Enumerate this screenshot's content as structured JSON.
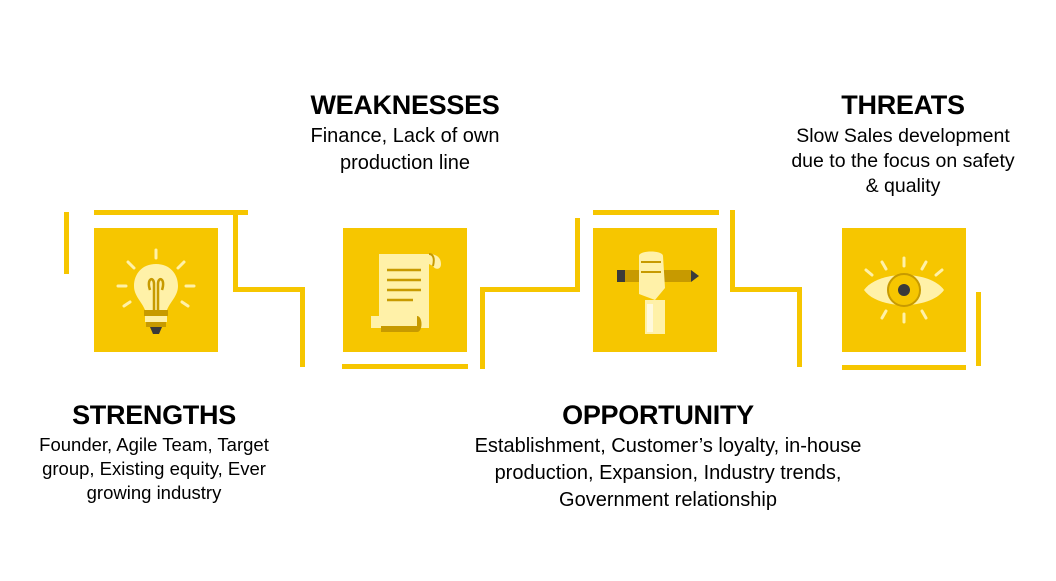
{
  "colors": {
    "accent": "#F6C600",
    "accent_dark": "#C79A00",
    "shadow": "#D9A800",
    "icon_light": "#FFF1A8",
    "icon_white": "#FFFFFF",
    "icon_dark": "#3A3A3A",
    "text": "#000000"
  },
  "steps": [
    {
      "key": "strengths",
      "title": "STRENGTHS",
      "lines": [
        "Founder, Agile Team, Target",
        "group, Existing equity, Ever",
        "growing industry"
      ],
      "icon": "lightbulb-icon"
    },
    {
      "key": "weaknesses",
      "title": "WEAKNESSES",
      "lines": [
        "Finance, Lack of own",
        "production line"
      ],
      "icon": "scroll-icon"
    },
    {
      "key": "opportunity",
      "title": "OPPORTUNITY",
      "lines": [
        "Establishment, Customer’s loyalty, in-house",
        "production, Expansion, Industry trends,",
        "Government relationship"
      ],
      "icon": "hand-pencil-icon"
    },
    {
      "key": "threats",
      "title": "THREATS",
      "lines": [
        "Slow Sales development",
        "due to the focus on safety",
        "& quality"
      ],
      "icon": "eye-icon"
    }
  ]
}
